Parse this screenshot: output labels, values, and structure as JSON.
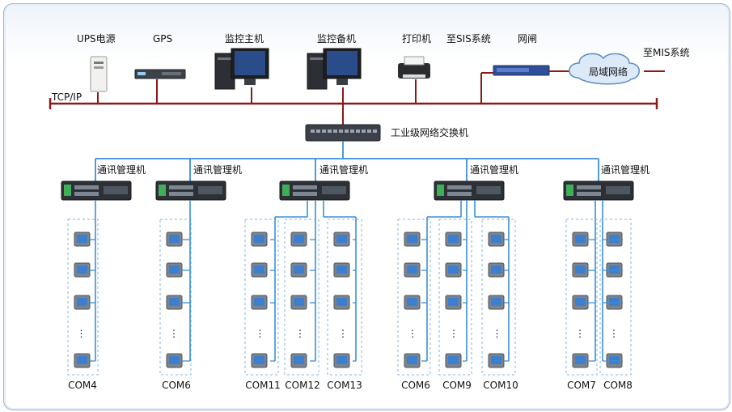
{
  "top_devices": {
    "ups": "UPS电源",
    "gps": "GPS",
    "main_host": "监控主机",
    "backup_host": "监控备机",
    "printer": "打印机",
    "sis": "至SIS系统",
    "gateway": "网闸",
    "mis": "至MIS系统",
    "lan": "局域网络"
  },
  "bus": {
    "label": "TCP/IP"
  },
  "switch": {
    "label": "工业级网络交换机"
  },
  "managers": [
    {
      "label": "通讯管理机"
    },
    {
      "label": "通讯管理机"
    },
    {
      "label": "通讯管理机"
    },
    {
      "label": "通讯管理机"
    },
    {
      "label": "通讯管理机"
    }
  ],
  "com_ports": [
    "COM4",
    "COM6",
    "COM11",
    "COM12",
    "COM13",
    "COM6",
    "COM9",
    "COM10",
    "COM7",
    "COM8"
  ],
  "ellipsis": "⋮",
  "colors": {
    "bus_line": "#8b1a1a",
    "link_line": "#3a8fd8",
    "group_border": "#7fb4e0",
    "cloud_fill": "#dbe9f8",
    "cloud_stroke": "#5b8cc4"
  }
}
